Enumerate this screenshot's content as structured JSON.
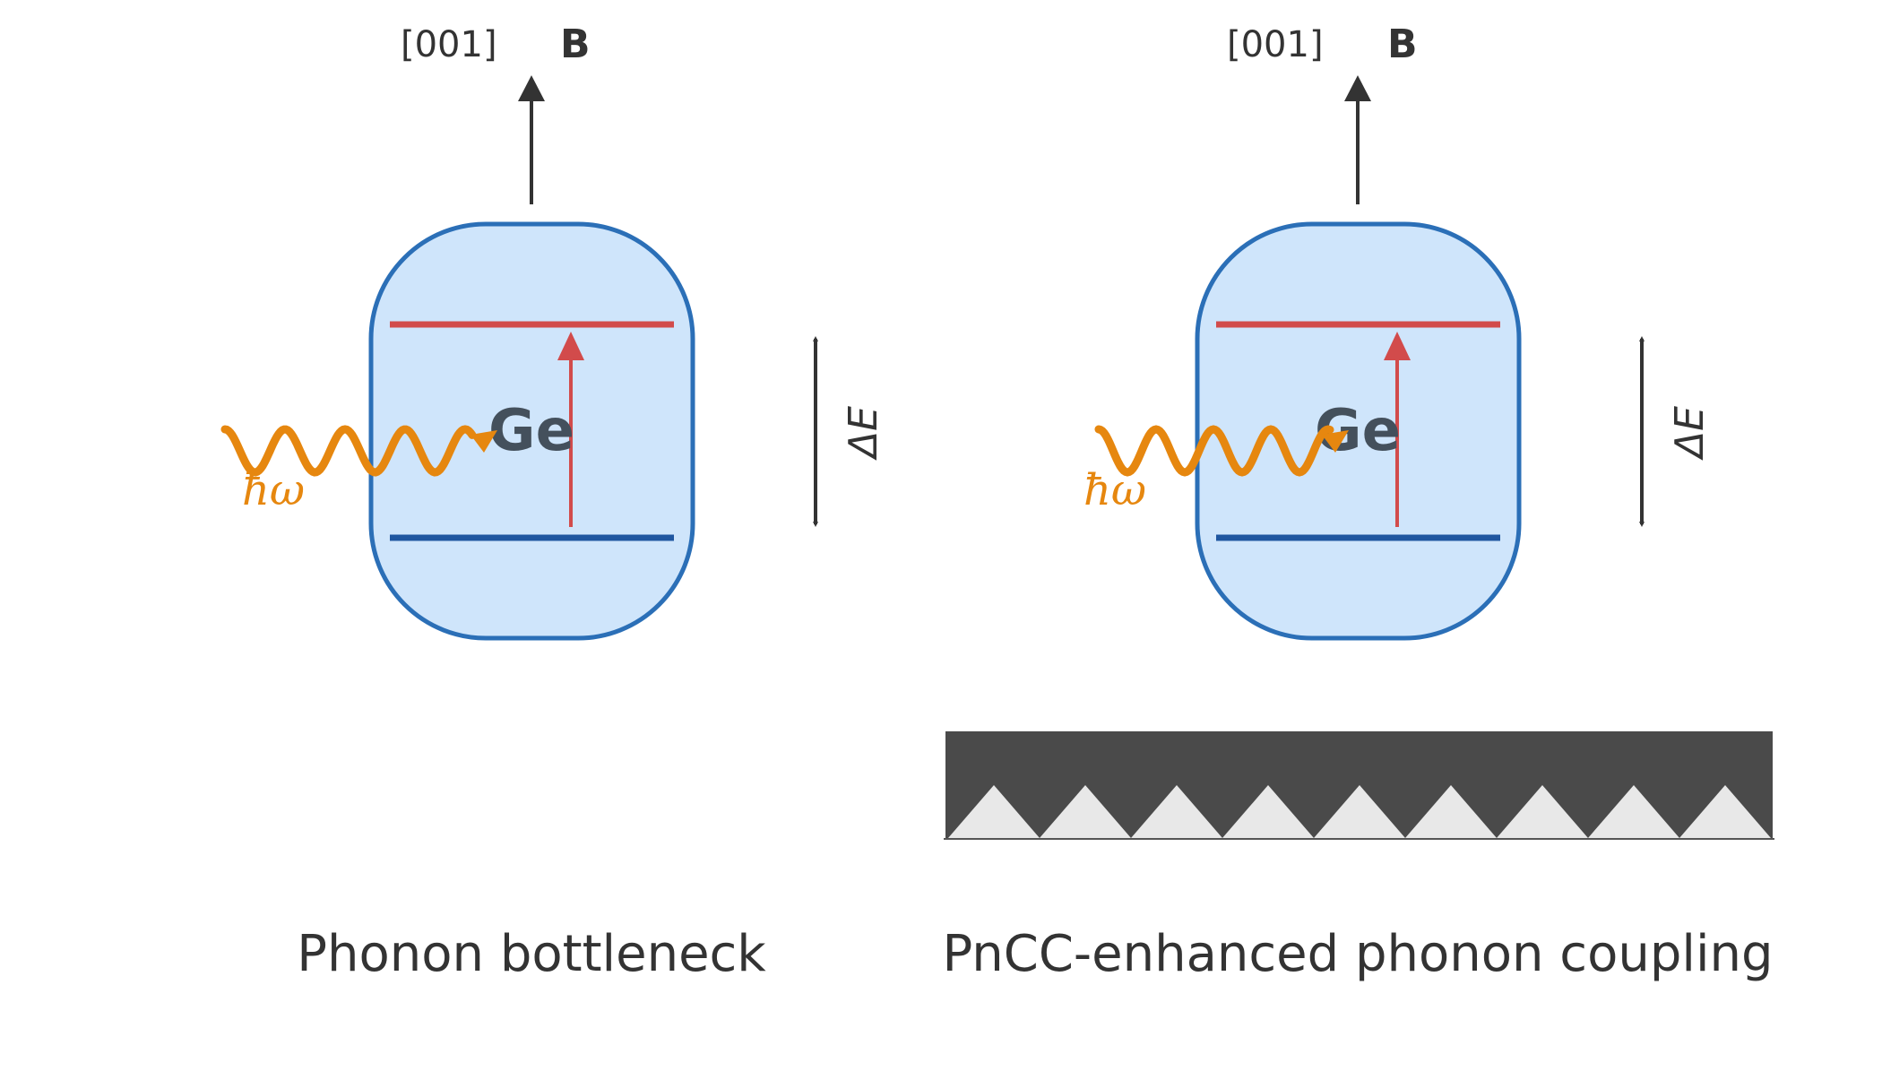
{
  "colors": {
    "ink": "#333333",
    "box_fill": "#cfe5fb",
    "box_stroke": "#2b6fb7",
    "upper_level": "#d24b4b",
    "lower_level": "#1f56a0",
    "transition_arrow": "#d24b4b",
    "phonon": "#e6870f",
    "ge_text": "#44505c",
    "pncc_dark": "#4a4a4a",
    "pncc_light": "#e8e8e8"
  },
  "panels": [
    {
      "field_direction": "[001]",
      "field_label": "B",
      "ion_label": "Ge",
      "phonon_label": "ħω",
      "splitting_label": "ΔE",
      "caption": "Phonon bottleneck"
    },
    {
      "field_direction": "[001]",
      "field_label": "B",
      "ion_label": "Ge",
      "phonon_label": "ħω",
      "splitting_label": "ΔE",
      "caption": "PnCC-enhanced phonon coupling"
    }
  ],
  "pncc": {
    "teeth": 9
  }
}
